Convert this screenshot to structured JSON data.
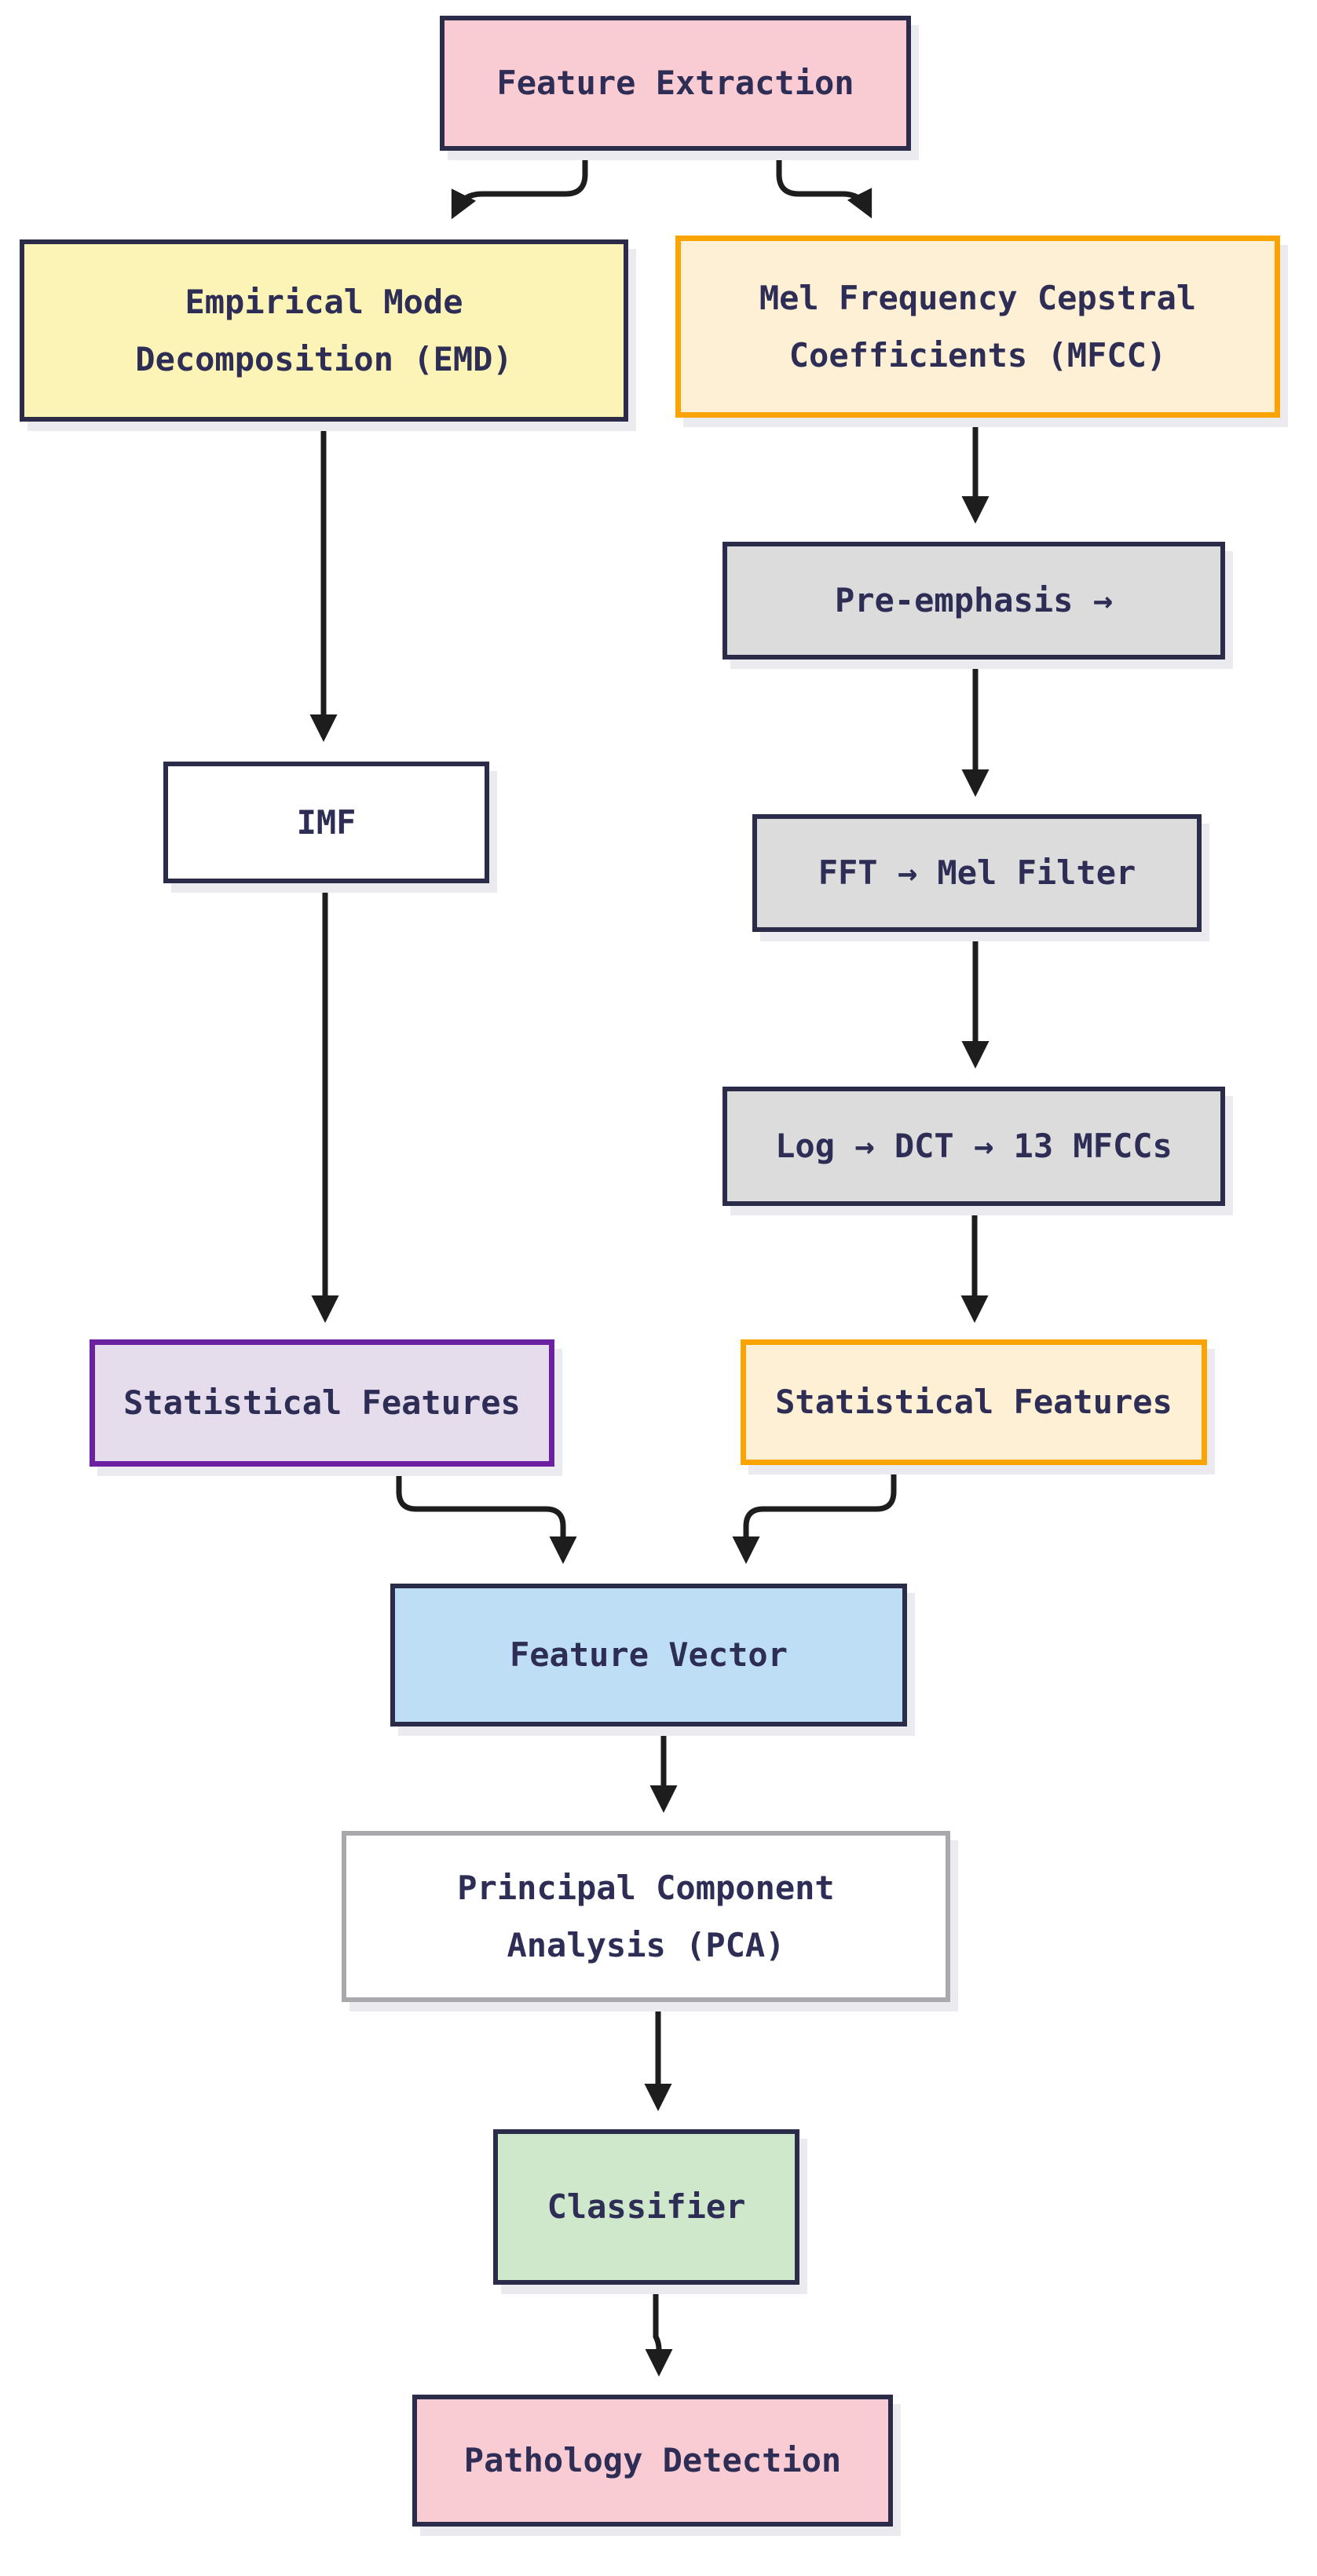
{
  "diagram": {
    "title": "Feature extraction flowchart",
    "nodes": [
      {
        "id": "feature-extraction",
        "label": "Feature Extraction",
        "fill": "#f9cbd2",
        "border": "#2b2b4a"
      },
      {
        "id": "emd",
        "label": "Empirical Mode\nDecomposition (EMD)",
        "fill": "#fbf4b6",
        "border": "#2b2b4a"
      },
      {
        "id": "mfcc",
        "label": "Mel Frequency Cepstral\nCoefficients (MFCC)",
        "fill": "#fdf0d4",
        "border": "#f9a401"
      },
      {
        "id": "pre-emphasis",
        "label": "Pre-emphasis →",
        "fill": "#dcdcdc",
        "border": "#2b2b4a"
      },
      {
        "id": "imf",
        "label": "IMF",
        "fill": "#ffffff",
        "border": "#2b2b4a"
      },
      {
        "id": "fft-mel-filter",
        "label": "FFT → Mel Filter",
        "fill": "#dcdcdc",
        "border": "#2b2b4a"
      },
      {
        "id": "log-dct-mfccs",
        "label": "Log → DCT → 13 MFCCs",
        "fill": "#dcdcdc",
        "border": "#2b2b4a"
      },
      {
        "id": "statistical-features-emd",
        "label": "Statistical Features",
        "fill": "#e5dcec",
        "border": "#6b21a0"
      },
      {
        "id": "statistical-features-mfcc",
        "label": "Statistical Features",
        "fill": "#fdf0d4",
        "border": "#f9a401"
      },
      {
        "id": "feature-vector",
        "label": "Feature Vector",
        "fill": "#bedef6",
        "border": "#2b2b4a"
      },
      {
        "id": "pca",
        "label": "Principal Component\nAnalysis (PCA)",
        "fill": "#ffffff",
        "border": "#a9a9ad"
      },
      {
        "id": "classifier",
        "label": "Classifier",
        "fill": "#cfe7ca",
        "border": "#2b2b4a"
      },
      {
        "id": "pathology-detection",
        "label": "Pathology Detection",
        "fill": "#f9cbd2",
        "border": "#2b2b4a"
      }
    ],
    "edges": [
      {
        "from": "feature-extraction",
        "to": "emd"
      },
      {
        "from": "feature-extraction",
        "to": "mfcc"
      },
      {
        "from": "emd",
        "to": "imf"
      },
      {
        "from": "imf",
        "to": "statistical-features-emd"
      },
      {
        "from": "mfcc",
        "to": "pre-emphasis"
      },
      {
        "from": "pre-emphasis",
        "to": "fft-mel-filter"
      },
      {
        "from": "fft-mel-filter",
        "to": "log-dct-mfccs"
      },
      {
        "from": "log-dct-mfccs",
        "to": "statistical-features-mfcc"
      },
      {
        "from": "statistical-features-emd",
        "to": "feature-vector"
      },
      {
        "from": "statistical-features-mfcc",
        "to": "feature-vector"
      },
      {
        "from": "feature-vector",
        "to": "pca"
      },
      {
        "from": "pca",
        "to": "classifier"
      },
      {
        "from": "classifier",
        "to": "pathology-detection"
      }
    ],
    "colors": {
      "background": "#ffffff",
      "arrow": "#1d1d1d",
      "text": "#2d2d55",
      "shadow": "#ebebef"
    }
  }
}
